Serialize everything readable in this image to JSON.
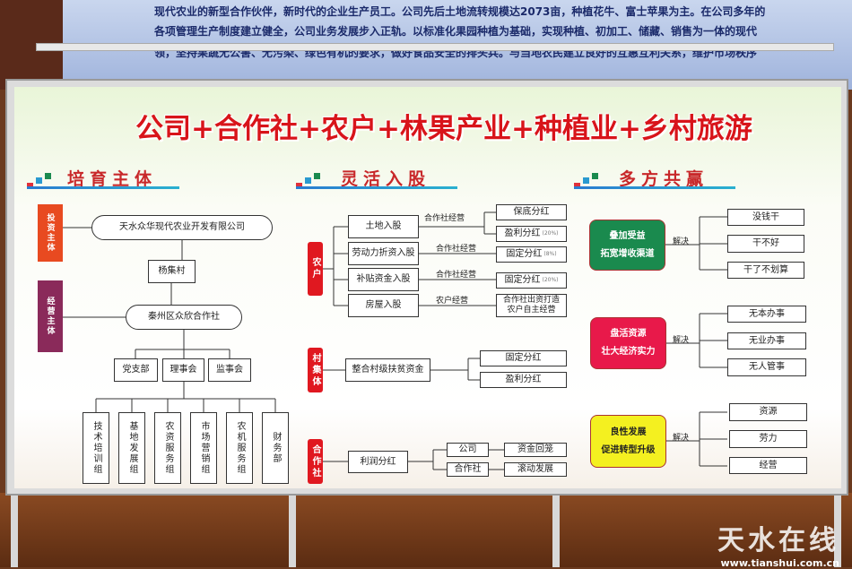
{
  "wall_text": [
    "现代农业的新型合作伙伴，新时代的企业生产员工。公司先后土地流转规模达2073亩，种植花牛、富士苹果为主。在公司多年的",
    "各项管理生产制度建立健全，公司业务发展步入正轨。以标准化果园种植为基础，实现种植、初加工、储藏、销售为一体的现代",
    "领，坚持果蔬无公害、无污染、绿色有机的要求，做好食品安全的排头兵。与当地农民建立良好的互惠互利关系，维护市场秩序"
  ],
  "title": "公司+合作社+农户+林果产业+种植业+乡村旅游",
  "sections": [
    "培育主体",
    "灵活入股",
    "多方共赢"
  ],
  "left": {
    "side_labels": [
      "投资主体",
      "经营主体"
    ],
    "company": "天水众华现代农业开发有限公司",
    "village": "杨集村",
    "coop": "秦州区众欣合作社",
    "orgs": [
      "党支部",
      "理事会",
      "监事会"
    ],
    "groups": [
      "技术培训组",
      "基地发展组",
      "农资服务组",
      "市场营销组",
      "农机服务组",
      "财务部"
    ]
  },
  "middle": {
    "farmer": {
      "label": "农户",
      "rows": [
        {
          "item": "土地入股",
          "via": "合作社经营",
          "results": [
            {
              "text": "保底分红",
              "note": ""
            },
            {
              "text": "盈利分红",
              "note": "(20%)"
            }
          ]
        },
        {
          "item": "劳动力折资入股",
          "via": "合作社经营",
          "results": [
            {
              "text": "固定分红",
              "note": "(8%)"
            }
          ]
        },
        {
          "item": "补贴资金入股",
          "via": "合作社经营",
          "results": [
            {
              "text": "固定分红",
              "note": "(20%)"
            }
          ]
        },
        {
          "item": "房屋入股",
          "via": "农户经营",
          "results": [
            {
              "text": "合作社出资打造 农户自主经营",
              "note": ""
            }
          ]
        }
      ]
    },
    "village": {
      "label": "村集体",
      "item": "整合村级扶贫资金",
      "results": [
        "固定分红",
        "盈利分红"
      ]
    },
    "coop": {
      "label": "合作社",
      "item": "利润分红",
      "branches": [
        "公司",
        "合作社"
      ],
      "results": [
        "资金回笼",
        "滚动发展"
      ]
    }
  },
  "right": {
    "solve_label": "解决",
    "groups": [
      {
        "lines": [
          "叠加受益",
          "拓宽增收渠道"
        ],
        "color": "#1a8a4e",
        "text_color": "#ffffff",
        "items": [
          "没钱干",
          "干不好",
          "干了不划算"
        ]
      },
      {
        "lines": [
          "盘活资源",
          "壮大经济实力"
        ],
        "color": "#e8194a",
        "text_color": "#ffffff",
        "items": [
          "无本办事",
          "无业办事",
          "无人管事"
        ]
      },
      {
        "lines": [
          "良性发展",
          "促进转型升级"
        ],
        "color": "#f4f020",
        "text_color": "#222222",
        "items": [
          "资源",
          "劳力",
          "经营"
        ]
      }
    ]
  },
  "watermark": {
    "name": "天水在线",
    "url": "www.tianshui.com.cn"
  }
}
